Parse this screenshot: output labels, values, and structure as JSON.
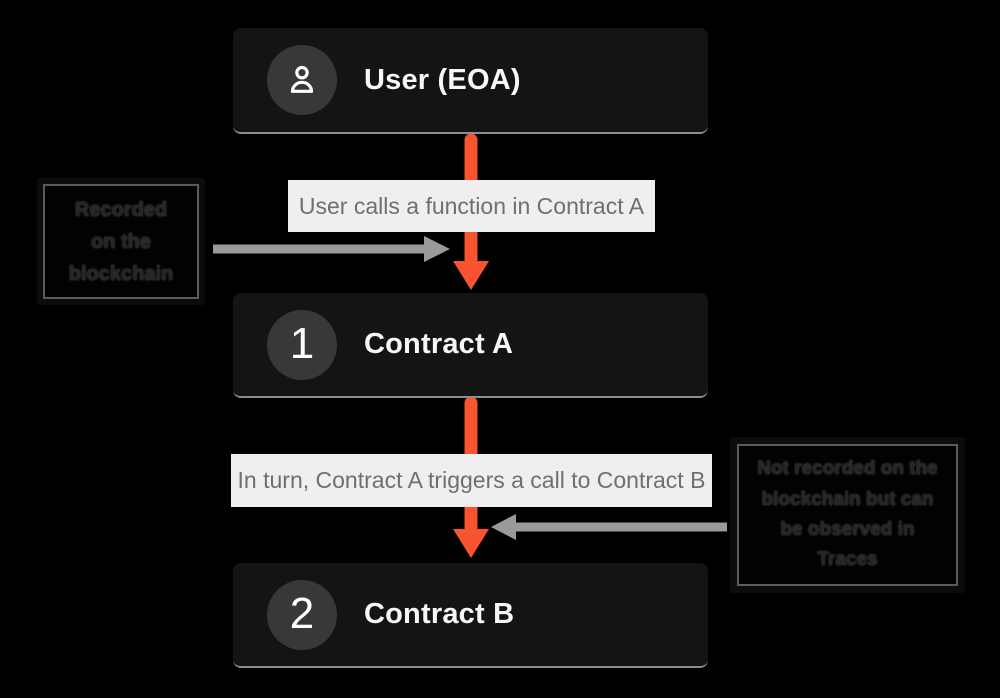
{
  "diagram": {
    "nodes": [
      {
        "id": "user",
        "icon": "person-icon",
        "badge": "",
        "title": "User (EOA)"
      },
      {
        "id": "contract-a",
        "icon": "",
        "badge": "1",
        "title": "Contract A"
      },
      {
        "id": "contract-b",
        "icon": "",
        "badge": "2",
        "title": "Contract B"
      }
    ],
    "flow_labels": [
      {
        "text": "User calls a function in Contract A"
      },
      {
        "text": "In turn, Contract A triggers a call to Contract B"
      }
    ],
    "callouts": [
      {
        "side": "left",
        "text": "Recorded on the blockchain"
      },
      {
        "side": "right",
        "text": "Not recorded on the blockchain but can be observed in Traces"
      }
    ],
    "colors": {
      "background": "#000000",
      "node_background": "#141414",
      "node_circle": "#383838",
      "node_title_text": "#f7f7f7",
      "node_bottom_line": "#8d8d8d",
      "flow_label_background": "#efefef",
      "flow_label_text": "#6f6f6f",
      "arrow_orange": "#f95430",
      "arrow_gray": "#9a9a9a",
      "callout_text": "#262626"
    }
  }
}
